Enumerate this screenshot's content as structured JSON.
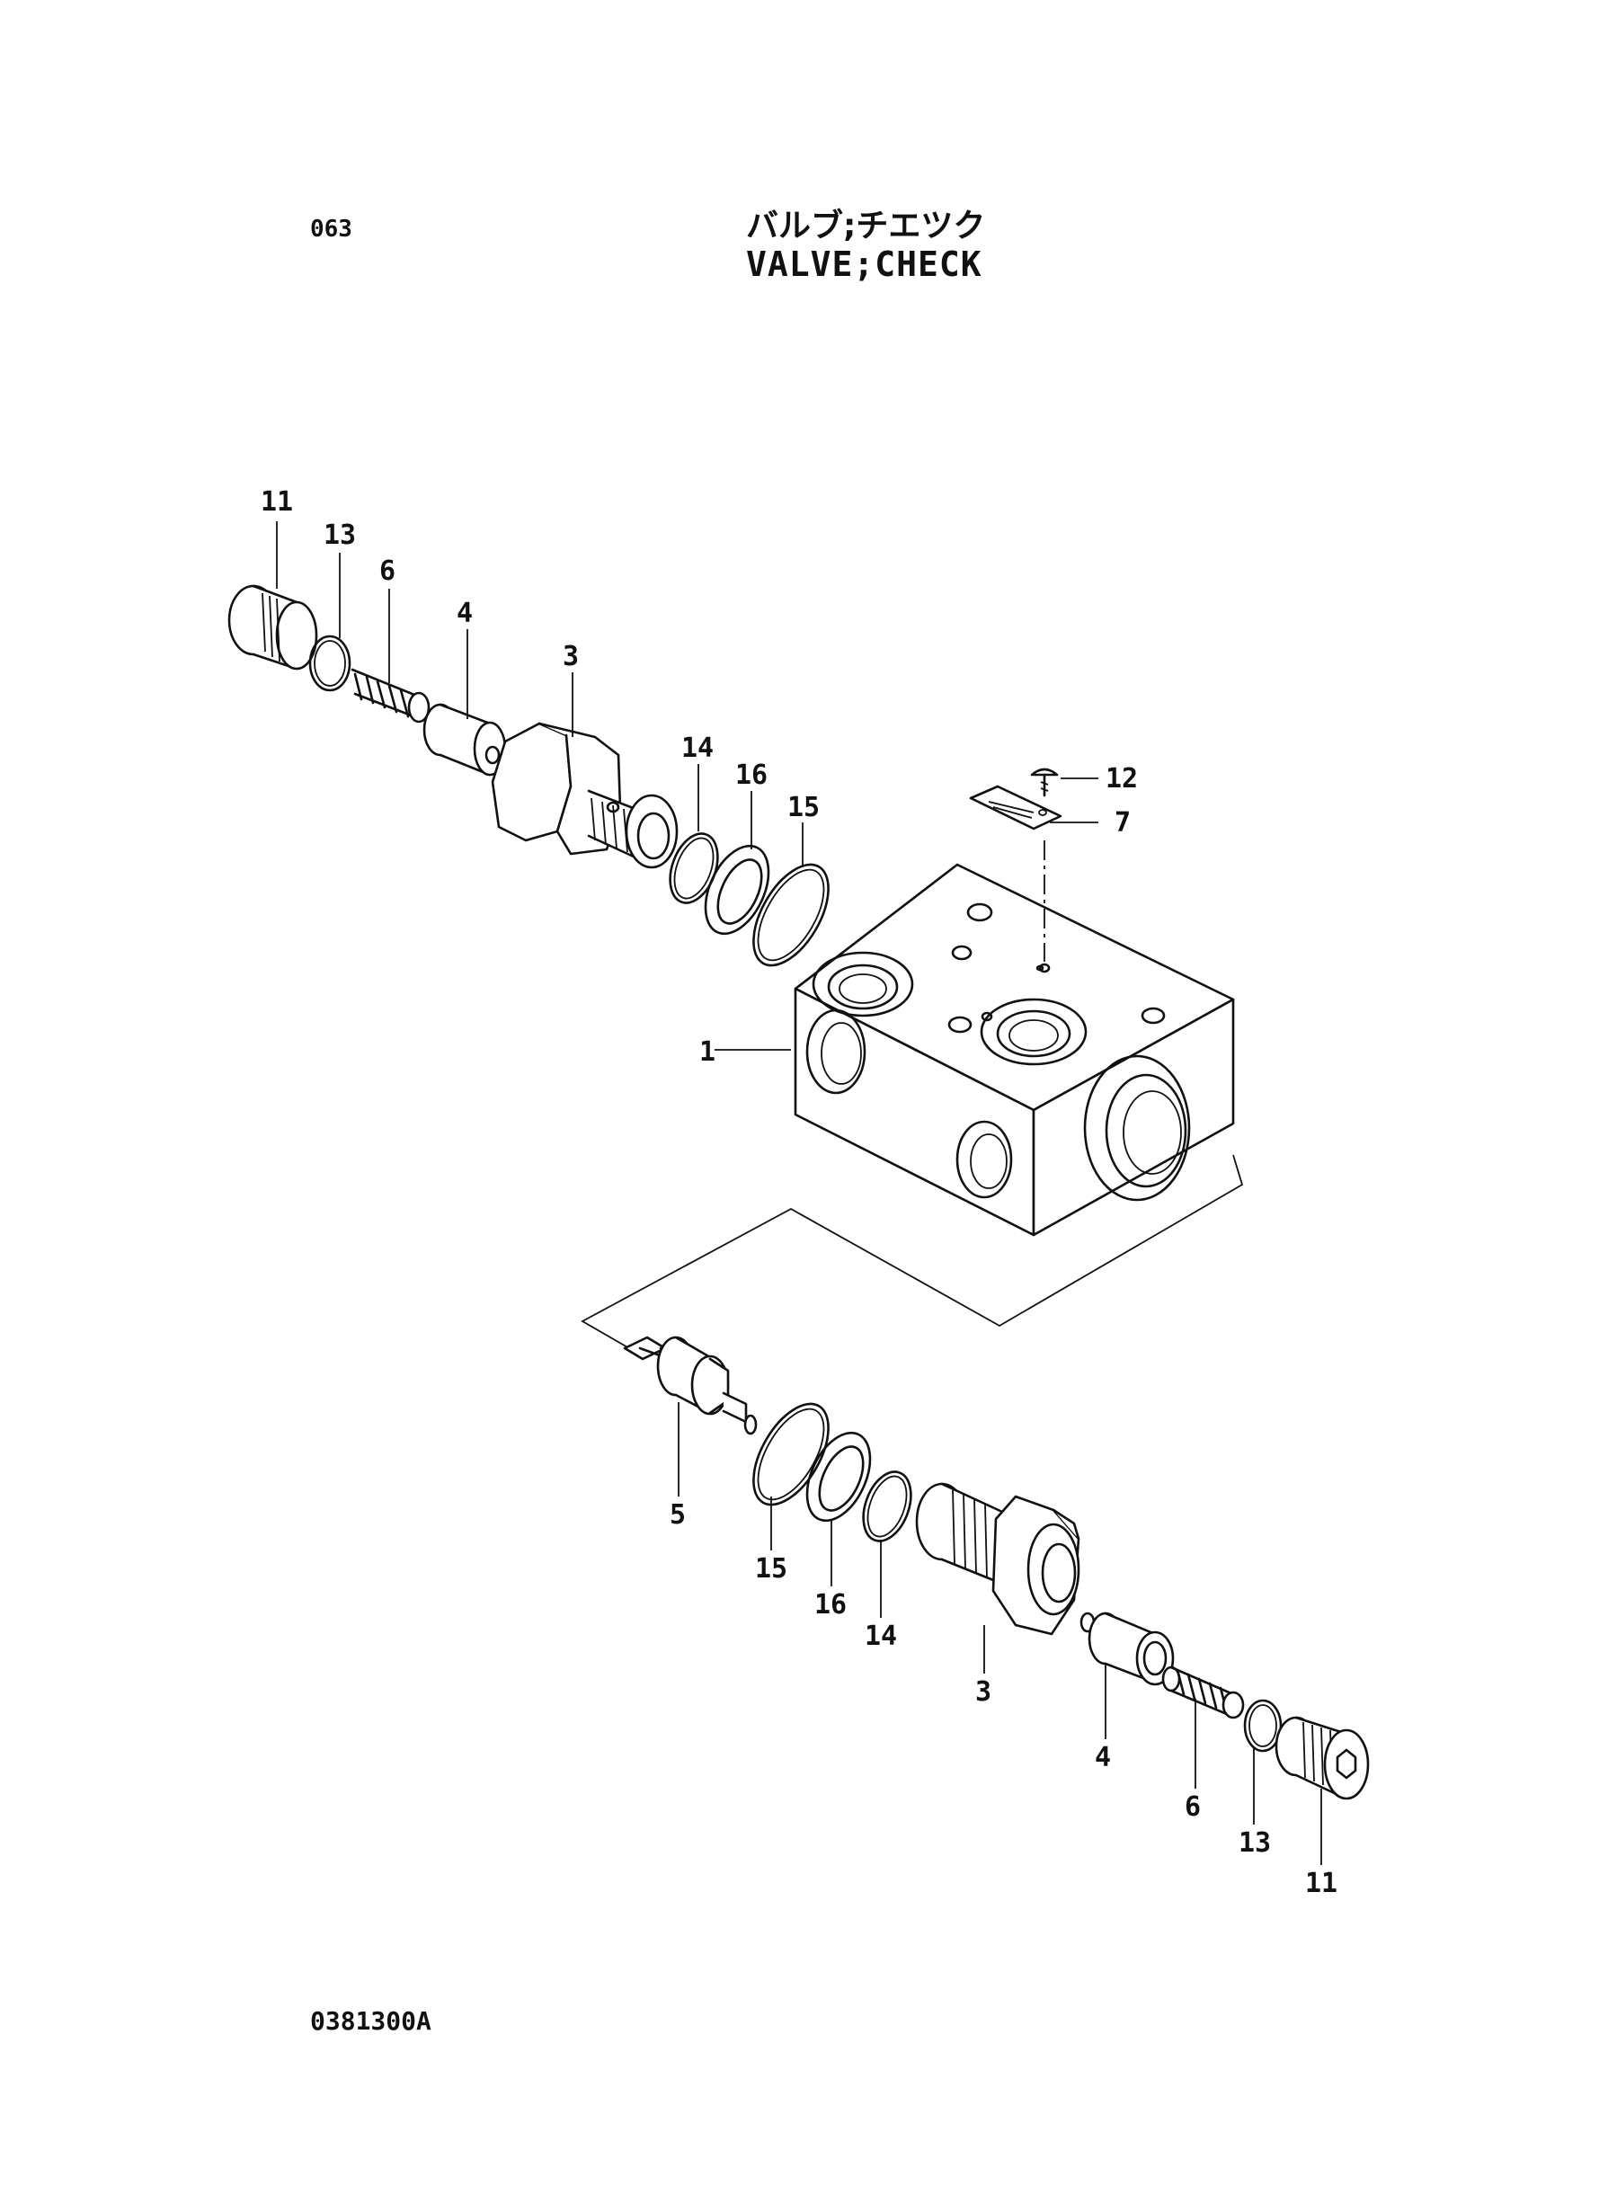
{
  "header": {
    "page_number": "063",
    "title_jp": "バルブ;チエツク",
    "title_en": "VALVE;CHECK"
  },
  "footer": {
    "drawing_number": "0381300A"
  },
  "callouts": {
    "upper": {
      "c11": "11",
      "c13": "13",
      "c6": "6",
      "c4": "4",
      "c3": "3",
      "c14": "14",
      "c16": "16",
      "c15": "15",
      "c12": "12",
      "c7": "7",
      "c1": "1"
    },
    "lower": {
      "c5": "5",
      "c15": "15",
      "c16": "16",
      "c14": "14",
      "c3": "3",
      "c4": "4",
      "c6": "6",
      "c13": "13",
      "c11": "11"
    }
  },
  "icons": {
    "plug": "plug-icon",
    "o_ring": "o-ring-icon",
    "spring": "spring-icon",
    "poppet": "poppet-icon",
    "hex_body": "hex-seat-icon",
    "backup_ring": "backup-ring-icon",
    "valve_block": "valve-block-icon",
    "name_plate": "name-plate-icon",
    "rivet": "rivet-icon",
    "spool": "check-spool-icon"
  }
}
